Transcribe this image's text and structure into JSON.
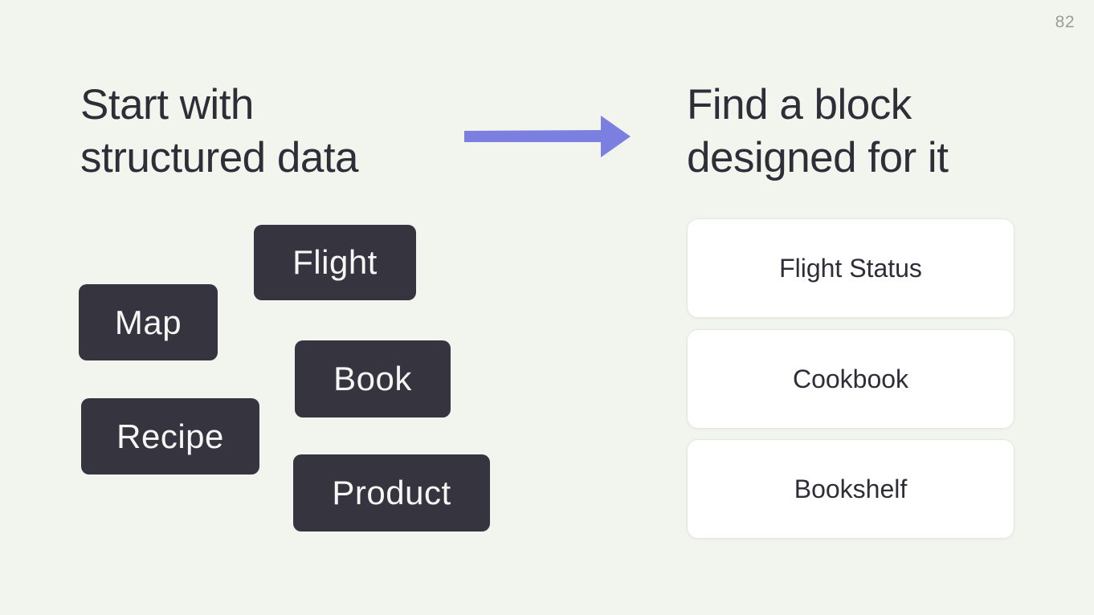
{
  "page_number": "82",
  "colors": {
    "background": "#F2F4EE",
    "heading_text": "#2E2E38",
    "arrow": "#7B7FDF",
    "tag_background": "#35343F",
    "tag_text": "#F6F6F4",
    "card_background": "#FFFFFF",
    "card_border": "#E6E8E0",
    "card_text": "#2E2E38",
    "page_number_text": "#9C9C9A"
  },
  "left_panel": {
    "heading": "Start with\nstructured data",
    "tags": [
      {
        "label": "Flight"
      },
      {
        "label": "Map"
      },
      {
        "label": "Book"
      },
      {
        "label": "Recipe"
      },
      {
        "label": "Product"
      }
    ]
  },
  "right_panel": {
    "heading": "Find a block\ndesigned for it",
    "cards": [
      {
        "label": "Flight Status"
      },
      {
        "label": "Cookbook"
      },
      {
        "label": "Bookshelf"
      }
    ]
  }
}
